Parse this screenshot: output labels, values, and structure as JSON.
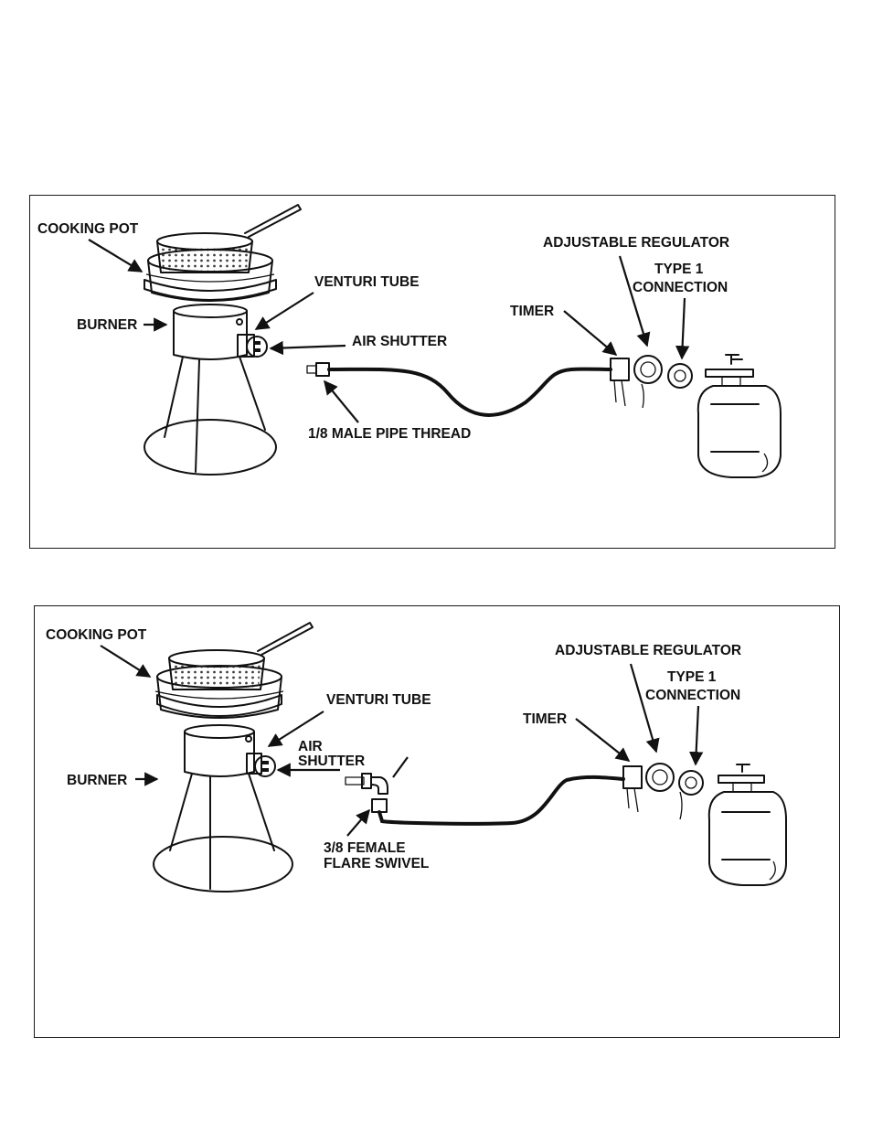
{
  "diagram_1": {
    "labels": {
      "cooking_pot": "COOKING POT",
      "burner": "BURNER",
      "venturi_tube": "VENTURI TUBE",
      "air_shutter": "AIR SHUTTER",
      "male_pipe_thread": "1/8 MALE PIPE THREAD",
      "timer": "TIMER",
      "adjustable_regulator": "ADJUSTABLE REGULATOR",
      "type1_line1": "TYPE 1",
      "type1_line2": "CONNECTION"
    }
  },
  "diagram_2": {
    "labels": {
      "cooking_pot": "COOKING POT",
      "burner": "BURNER",
      "venturi_tube": "VENTURI TUBE",
      "air_line1": "AIR",
      "air_line2": "SHUTTER",
      "female_line1": "3/8 FEMALE",
      "female_line2": "FLARE SWIVEL",
      "timer": "TIMER",
      "adjustable_regulator": "ADJUSTABLE REGULATOR",
      "type1_line1": "TYPE 1",
      "type1_line2": "CONNECTION"
    }
  }
}
